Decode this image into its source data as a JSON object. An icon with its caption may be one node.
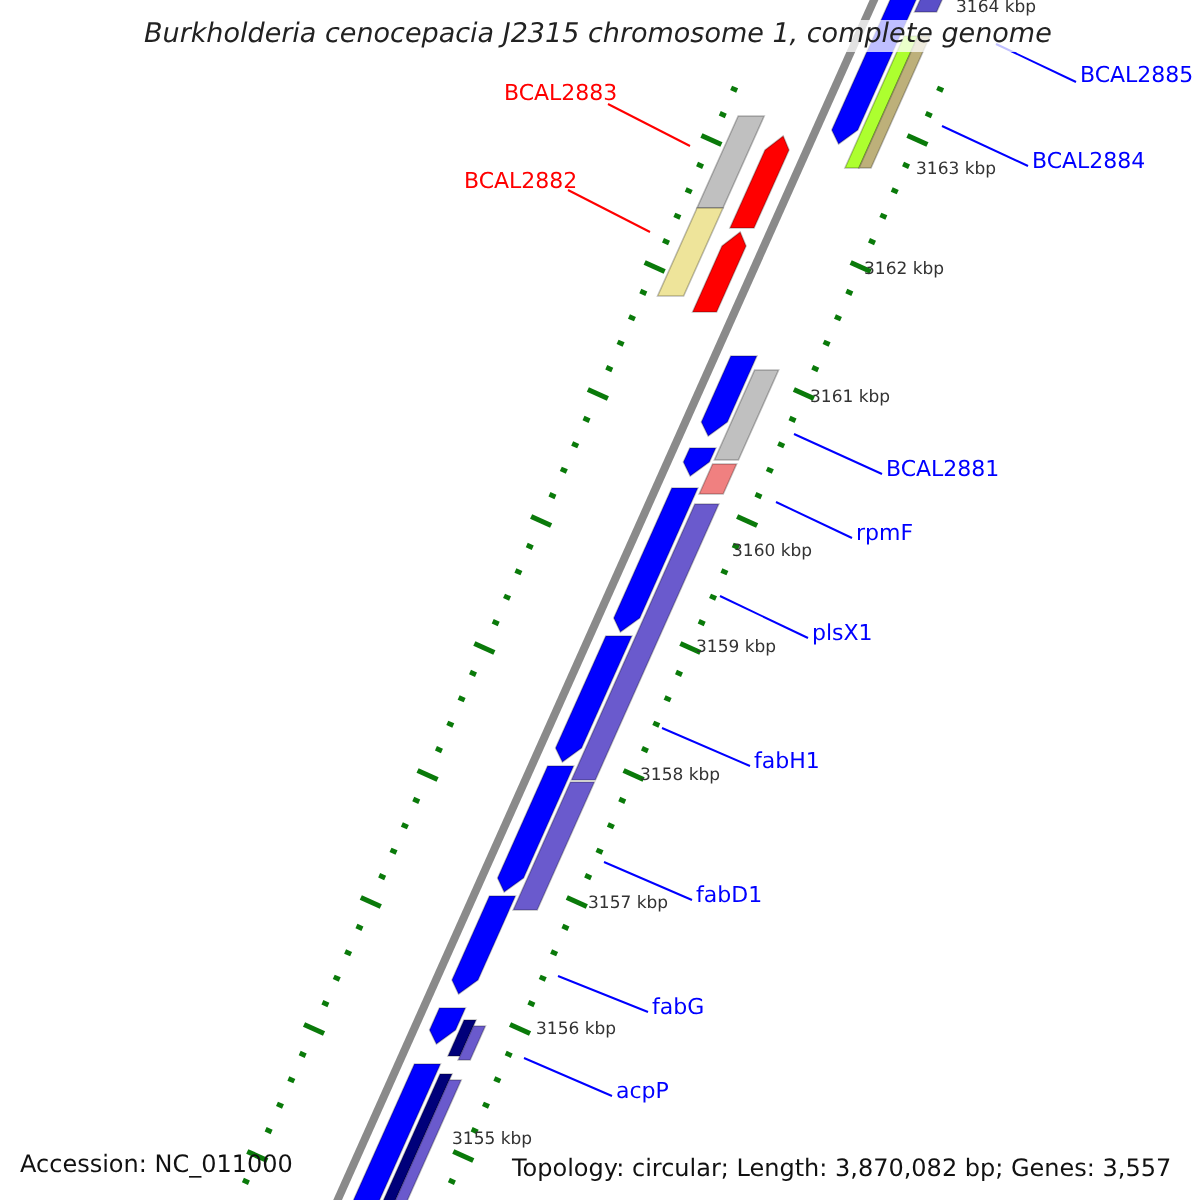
{
  "diagram": {
    "title": "Burkholderia cenocepacia J2315 chromosome 1, complete genome",
    "nodes": [
      {
        "text": [
          "BCAL2885"
        ]
      },
      {
        "text": [
          "BCAL2883"
        ]
      },
      {
        "text": [
          "BCAL2884"
        ]
      },
      {
        "text": [
          "BCAL2882"
        ]
      },
      {
        "text": [
          "BCAL2881"
        ]
      },
      {
        "text": [
          "rpmF"
        ]
      },
      {
        "text": [
          "plsX1"
        ]
      },
      {
        "text": [
          "fabH1"
        ]
      },
      {
        "text": [
          "fabD1"
        ]
      },
      {
        "text": [
          "fabG"
        ]
      },
      {
        "text": [
          "acpP"
        ]
      }
    ],
    "edges": [
      {
        "from": 0,
        "to": null,
        "arrow": "none"
      },
      {
        "from": 1,
        "to": null,
        "arrow": "none",
        "color": "#ff0000"
      },
      {
        "from": 2,
        "to": null,
        "arrow": "none"
      },
      {
        "from": 3,
        "to": null,
        "arrow": "none",
        "color": "#ff0000"
      },
      {
        "from": 4,
        "to": null,
        "arrow": "none"
      },
      {
        "from": 5,
        "to": null,
        "arrow": "none"
      },
      {
        "from": 6,
        "to": null,
        "arrow": "none"
      },
      {
        "from": 7,
        "to": null,
        "arrow": "none"
      },
      {
        "from": 8,
        "to": null,
        "arrow": "none"
      },
      {
        "from": 9,
        "to": null,
        "arrow": "none"
      },
      {
        "from": 10,
        "to": null,
        "arrow": "none"
      }
    ],
    "labels": [
      "3164 kbp",
      "3163 kbp",
      "3162 kbp",
      "3161 kbp",
      "3160 kbp",
      "3159 kbp",
      "3158 kbp",
      "3157 kbp",
      "3156 kbp",
      "3155 kbp",
      "Accession: NC_011000",
      "Topology: circular; Length: 3,870,082 bp; Genes: 3,557"
    ]
  }
}
